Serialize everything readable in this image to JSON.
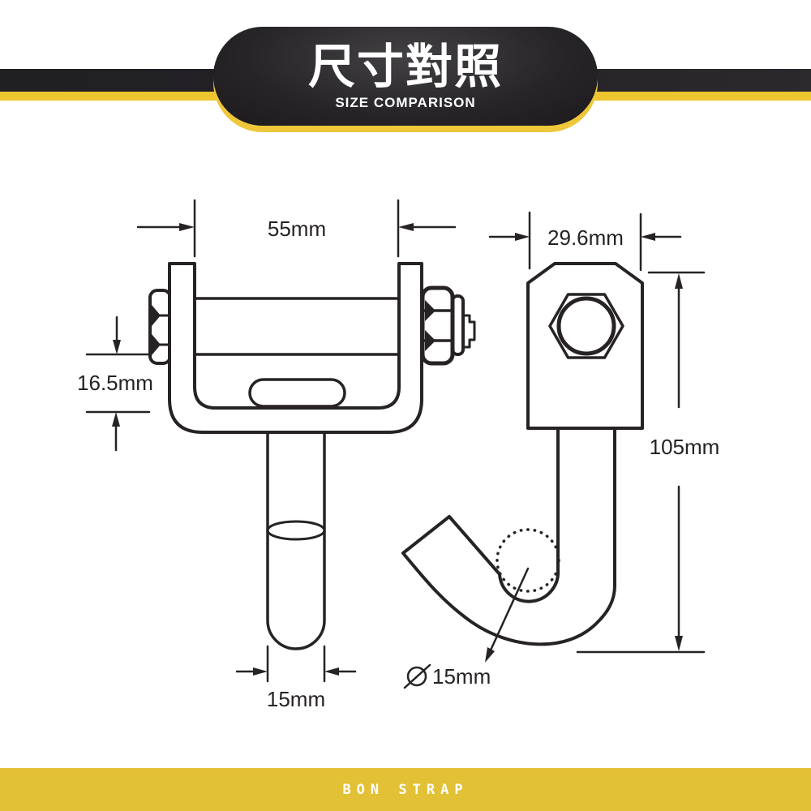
{
  "header": {
    "title": "尺寸對照",
    "subtitle": "SIZE COMPARISON"
  },
  "diagram": {
    "front_view": {
      "description": "U-bracket front view with bolt pin, slot and hanging rod",
      "width": "55mm",
      "flange_height": "16.5mm",
      "rod_width": "15mm"
    },
    "side_view": {
      "description": "Side view of plate with hex bolt and J-hook",
      "width": "29.6mm",
      "total_height": "105mm",
      "hook_diameter_symbol": "⌀",
      "hook_diameter": "15mm"
    }
  },
  "footer": {
    "brand": "BON STRAP"
  },
  "colors": {
    "accent_yellow": "#ecc52f",
    "footer_yellow": "#e2c136",
    "band_black": "#232124",
    "line_color": "#272325",
    "text_white": "#ffffff"
  }
}
